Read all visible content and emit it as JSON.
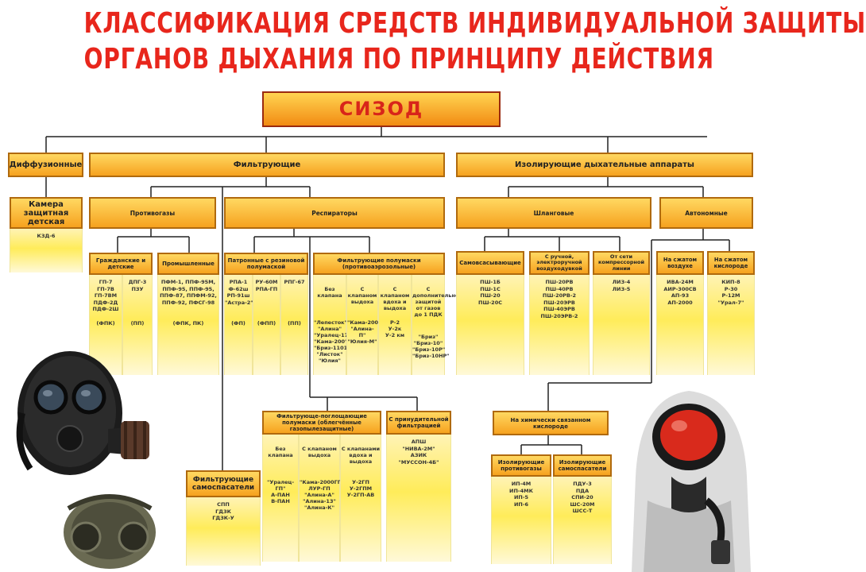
{
  "title": {
    "line1": "КЛАССИФИКАЦИЯ СРЕДСТВ ИНДИВИДУАЛЬНОЙ ЗАЩИТЫ",
    "line2": "ОРГАНОВ ДЫХАНИЯ ПО ПРИНЦИПУ ДЕЙСТВИЯ"
  },
  "root": "СИЗОД",
  "level1": {
    "diffusion": "Диффузионные",
    "filtering": "Фильтрующие",
    "isolating": "Изолирующие дыхательные аппараты"
  },
  "diffusion": {
    "child_chamber": "Камера защитная детская",
    "child_chamber_models": "КЗД-6"
  },
  "filtering": {
    "gas_masks": "Противогазы",
    "respirators": "Респираторы",
    "civil_and_children": "Гражданские и детские",
    "civil_col1": "ГП-7\nГП-7В\nГП-7ВМ\nПДФ-2Д\nПДФ-2Ш\n\n(ФПК)",
    "civil_col2": "ДПГ-3\nПЗУ\n\n\n\n\n(ПП)",
    "industrial": "Промышленные",
    "industrial_models": "ПФМ-1, ППФ-95М,\nППФ-95, ППФ-95,\nППФ-87, ППФМ-92,\nППФ-92, ПФСГ-98\n\n\n(ФПК, ПК)",
    "cartridge": "Патронные с резиновой полумаской",
    "cartridge_col1": "РПА-1\nФ-62ш\nРП-91ш\n\"Астра-2\"\n\n\n(ФП)",
    "cartridge_col2": "РУ-60М\nРПА-ГП\n\n\n\n\n(ФПП)",
    "cartridge_col3": "РПГ-67\n\n\n\n\n\n(ПП)",
    "half_masks": "Фильтрующие полумаски (противоаэрозольные)",
    "half_col1_head": "Без клапана",
    "half_col1": "\"Лепесток\"\n\"Алина\"\n\"Уралец-17\"\n\"Кама-200\"\n\"Бриз-1101\"\n\"Листок\"\n\"Юлия\"",
    "half_col2_head": "С клапаном выдоха",
    "half_col2": "\"Кама-200П\"\n\"Алина-П\"\n\"Юлия-М\"",
    "half_col3_head": "С клапаном вдоха и выдоха",
    "half_col3": "Р-2\nУ-2к\nУ-2 км",
    "half_col4_head": "С дополнительной защитой от газов до 1 ПДК",
    "half_col4": "\"Бриз\"\n\"Бриз-10\"\n\"Бриз-10Р\"\n\"Бриз-10НР\"",
    "gas_half_masks": "Фильтрующе-поглощающие полумаски (облегчённые газопылезащитные)",
    "gas_col1_head": "Без клапана",
    "gas_col1": "\"Уралец-ГП\"\nА-ПАН\nВ-ПАН",
    "gas_col2_head": "С клапаном выдоха",
    "gas_col2": "\"Кама-2000ГП\"\nЛУР-ГП\n\"Алина-А\"\n\"Алина-13\"\n\"Алина-К\"",
    "gas_col3_head": "С клапанами вдоха и выдоха",
    "gas_col3": "У-2ГП\nУ-2ГПМ\nУ-2ГП-АВ",
    "forced": "С принудительной фильтрацией",
    "forced_models": "АПШ\n\"НИВА-2М\"\nАЗИК\n\"МУССОН-4Б\"",
    "self_rescuers": "Фильтрующие самоспасатели",
    "self_rescuers_models": "СПП\nГДЗК\nГДЗК-У"
  },
  "isolating": {
    "hose": "Шланговые",
    "autonomous": "Автономные",
    "self_suction": "Самовсасывающие",
    "self_suction_models": "ПШ-1Б\nПШ-1С\nПШ-20\nПШ-20С",
    "manual_electric": "С ручной, электроручной воздуходувкой",
    "manual_electric_models": "ПШ-20РВ\nПШ-40РВ\nПШ-20РВ-2\nПШ-20ЭРВ\nПШ-40ЭРВ\nПШ-20ЭРВ-2",
    "compressor": "От сети компрессорной линии",
    "compressor_models": "ЛИЗ-4\nЛИЗ-5",
    "compressed_air": "На сжатом воздухе",
    "compressed_air_models": "ИВА-24М\nАИР-300СВ\nАП-93\nАП-2000",
    "compressed_oxygen": "На сжатом кислороде",
    "compressed_oxygen_models": "КИП-8\nР-30\nР-12М\n\"Урал-7\"",
    "chemical_oxygen": "На химически связанном кислороде",
    "isolating_gas_masks": "Изолирующие противогазы",
    "isolating_gas_masks_models": "ИП-4М\nИП-4МК\nИП-5\nИП-6",
    "isolating_self_rescuers": "Изолирующие самоспасатели",
    "isolating_self_rescuers_models": "ПДУ-3\nПДА\nСПИ-20\nШС-20М\nШСС-Т"
  },
  "colors": {
    "title": "#e8261c",
    "box_border": "#b06a0e",
    "box_fill": "#f6a21f",
    "column_fill": "#ffec5a",
    "lines": "#222222"
  }
}
